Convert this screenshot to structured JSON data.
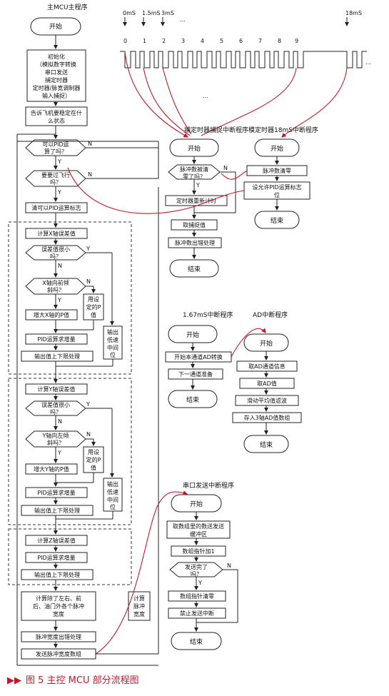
{
  "main": {
    "title": "主MCU主程序",
    "start": "开始",
    "init": [
      "初始化",
      "（模拟数字转换",
      "串口发送",
      "捕定时器",
      "定时器/脉宽调制器",
      "输入捕捉）"
    ],
    "tell_state": [
      "告诉飞机要稳定在什",
      "么状态"
    ],
    "pid_q": [
      "可以PID运",
      "算了吗？"
    ],
    "stable_q": [
      "要要过飞行",
      "吗？"
    ],
    "clear_pid": "清可以PID运算标志",
    "x_calc": "计算X轴误差值",
    "x_err_q": [
      "误差值很小",
      "吗？"
    ],
    "x_tilt_q": [
      "X轴向前倾",
      "斜吗？"
    ],
    "x_setp": [
      "用设",
      "定的P",
      "值"
    ],
    "x_incp": "增大X轴的P值",
    "x_pid": "PID运算求增量",
    "x_out_mid": [
      "输出",
      "低速",
      "中间",
      "位"
    ],
    "x_limit": "输出值上下限处理",
    "y_calc": "计算Y轴误差值",
    "y_err_q": [
      "误差值很小",
      "吗？"
    ],
    "y_tilt_q": [
      "Y轴向左倾",
      "斜吗？"
    ],
    "y_setp": [
      "用设",
      "定的P",
      "值"
    ],
    "y_incp": "增大Y轴的P值",
    "y_pid": "PID运算求增量",
    "y_out_mid": [
      "输出",
      "低速",
      "中间",
      "位"
    ],
    "y_limit": "输出值上下限处理",
    "z_calc": "计算Z轴误差值",
    "z_pid": "PID运算求增量",
    "z_limit": "输出值上下限处理",
    "pulse_calc": [
      "计算除了左右、前",
      "后、油门外各个脉冲",
      "宽度"
    ],
    "pulse_calc2": [
      "计算",
      "脉冲",
      "宽度"
    ],
    "pulse_out": "脉冲宽度出错处理",
    "send_buf": "发送脉冲宽度数组",
    "yes": "Y",
    "no": "N"
  },
  "timing": {
    "labels_top": [
      "0mS",
      "1.5mS",
      "3mS",
      "18mS"
    ],
    "numbers": [
      "0",
      "1",
      "2",
      "3",
      "4",
      "5",
      "6",
      "7",
      "8",
      "9"
    ],
    "ellipsis": "…",
    "dots": "…"
  },
  "capture_isr": {
    "title": "捕定时器捕捉中断程序",
    "start": "开始",
    "q": [
      "脉冲数被清",
      "零了吗？"
    ],
    "reset_timer": "定时器重新计时",
    "get_capture": "取捕捉值",
    "pulse_out": "脉冲数出错处理",
    "end": "结束"
  },
  "timer18_isr": {
    "title": "模定时器18mS中断程序",
    "start": "开始",
    "clear": "脉冲数清零",
    "set_flag": [
      "设允许PID运算标志",
      "位"
    ],
    "end": "结束"
  },
  "isr167": {
    "title": "1.67mS中断程序",
    "start": "开始",
    "start_ad": "开始本通道AD转换",
    "next": "下一通道准备",
    "end": "结束"
  },
  "ad_isr": {
    "title": "AD中断程序",
    "start": "开始",
    "get_info": "取AD通道信息",
    "get_val": "取AD值",
    "filter": "滑动平均值滤波",
    "store": "存入3轴AD值数组",
    "end": "结束"
  },
  "uart_isr": {
    "title": "串口发送中断程序",
    "start": "开始",
    "load": [
      "取数组里的数送发送",
      "缓冲区"
    ],
    "ptr": "数组指针加1",
    "q": [
      "发送完了",
      "吗？"
    ],
    "clear": "数组指针清零",
    "disable": "禁止发送中断",
    "end": "结束"
  },
  "caption": {
    "arrows": "▶▶",
    "text": "图 5  主控 MCU 部分流程图"
  },
  "colors": {
    "red": "#c0182a",
    "line": "#222222"
  }
}
